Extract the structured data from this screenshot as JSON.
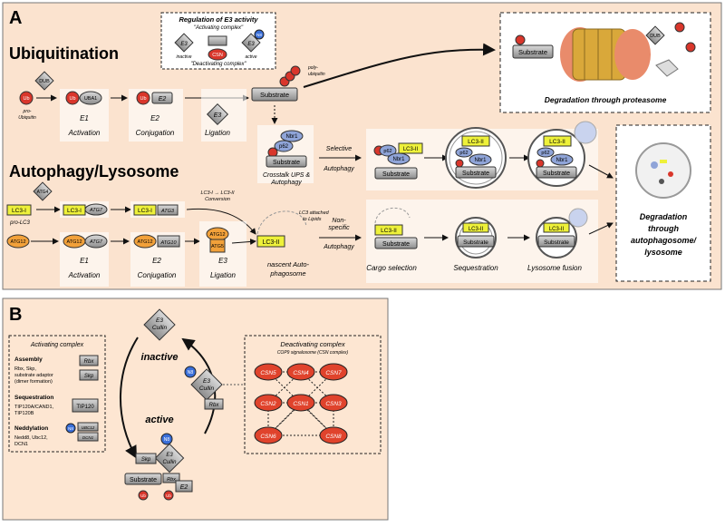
{
  "panel_a": {
    "letter": "A",
    "ubiquitination": "Ubiquitination",
    "autophagy": "Autophagy/Lysosome",
    "e3_regulation": {
      "title": "Regulation of E3 activity",
      "activating": "\"Activating complex\"",
      "deactivating": "\"Deactivating complex\"",
      "inactive": "inactive",
      "active": "active",
      "e3": "E3",
      "csn": "CSN",
      "n8": "N8"
    },
    "dub": "DUB",
    "ub": "Ub",
    "pro_ubiquitin_1": "pro-",
    "pro_ubiquitin_2": "Ubiquitin",
    "uba1": "UBA1",
    "e1": "E1",
    "e2": "E2",
    "e3": "E3",
    "activation": "Activation",
    "conjugation": "Conjugation",
    "ligation": "Ligation",
    "substrate": "Substrate",
    "poly_ubiquitin_1": "poly-",
    "poly_ubiquitin_2": "ubiquitin",
    "degradation_proteasome": "Degradation through proteasome",
    "nbr1": "Nbr1",
    "p62": "p62",
    "crosstalk_1": "Crosstalk UPS &",
    "crosstalk_2": "Autophagy",
    "selective_1": "Selective",
    "selective_2": "Autophagy",
    "nonspecific_1": "Non-",
    "nonspecific_2": "specific",
    "nonspecific_3": "Autophagy",
    "lc3_ii": "LC3-II",
    "lc3_i": "LC3-I",
    "atg4": "ATG4",
    "pro_lc3": "pro-LC3",
    "atg7": "ATG7",
    "atg3": "ATG3",
    "atg12": "ATG12",
    "atg10": "ATG10",
    "atg5": "ATG5",
    "lc3_conversion_1": "LC3-I → LC3-II",
    "lc3_conversion_2": "Conversion",
    "lc3_lipids_1": "LC3 attached",
    "lc3_lipids_2": "to Lipids",
    "nascent_1": "nascent Auto-",
    "nascent_2": "phagosome",
    "cargo_selection": "Cargo selection",
    "sequestration": "Sequestration",
    "lysosome_fusion": "Lysosome fusion",
    "degradation_auto_1": "Degradation",
    "degradation_auto_2": "through",
    "degradation_auto_3": "autophagosome/",
    "degradation_auto_4": "lysosome"
  },
  "panel_b": {
    "letter": "B",
    "e3": "E3",
    "cullin": "Cullin",
    "inactive": "inactive",
    "active": "active",
    "n8": "N8",
    "rbx": "Rbx",
    "skp": "Skp",
    "substrate": "Substrate",
    "e2": "E2",
    "ub": "Ub",
    "activating_complex": {
      "title": "Activating complex",
      "assembly": "Assembly",
      "assembly_d1": "Rbx, Skp,",
      "assembly_d2": "substrate adaptor",
      "assembly_d3": "(dimer formation)",
      "sequestration": "Sequestration",
      "seq_d1": "TIP120A/CAND1,",
      "seq_d2": "TIP120B",
      "tip120": "TIP120",
      "neddylation": "Neddylation",
      "ned_d1": "Nedd8, Ubc12,",
      "ned_d2": "DCN1",
      "ubc12": "UBC12",
      "dcn1": "DCN1"
    },
    "deactivating_complex": {
      "title": "Deactivating complex",
      "subtitle": "COP9 signalosome (CSN complex)",
      "csn": [
        "CSN5",
        "CSN4",
        "CSN7",
        "CSN2",
        "CSN1",
        "CSN3",
        "CSN6",
        "CSN8"
      ]
    }
  },
  "colors": {
    "panel_a_bg": "#fbe3cf",
    "panel_b_bg": "#fde6d2",
    "ub_red": "#d9362b",
    "lc3_yellow": "#eef13a",
    "atg_orange": "#f2a13a",
    "nbr_blue": "#8fa4d8",
    "n8_blue": "#3a6fd9",
    "csn_red": "#e0432c",
    "gray": "#9a9a9a"
  }
}
